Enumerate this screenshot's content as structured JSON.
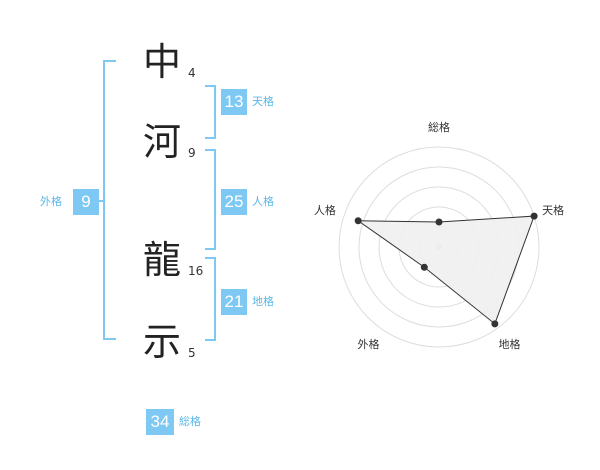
{
  "name_chars": [
    {
      "char": "中",
      "strokes": "4"
    },
    {
      "char": "河",
      "strokes": "9"
    },
    {
      "char": "龍",
      "strokes": "16"
    },
    {
      "char": "示",
      "strokes": "5"
    }
  ],
  "fortunes": {
    "tenkaku": {
      "value": "13",
      "label": "天格"
    },
    "jinkaku": {
      "value": "25",
      "label": "人格"
    },
    "chikaku": {
      "value": "21",
      "label": "地格"
    },
    "gaikaku": {
      "value": "9",
      "label": "外格"
    },
    "soukaku": {
      "value": "34",
      "label": "総格"
    }
  },
  "accent_color": "#7ec8f4",
  "chart_data": {
    "type": "radar",
    "axes": [
      "総格",
      "天格",
      "地格",
      "外格",
      "人格"
    ],
    "values": [
      0.25,
      1.0,
      0.95,
      0.25,
      0.85
    ],
    "rings": 5,
    "fill_color": "#efefef",
    "line_color": "#333333"
  }
}
